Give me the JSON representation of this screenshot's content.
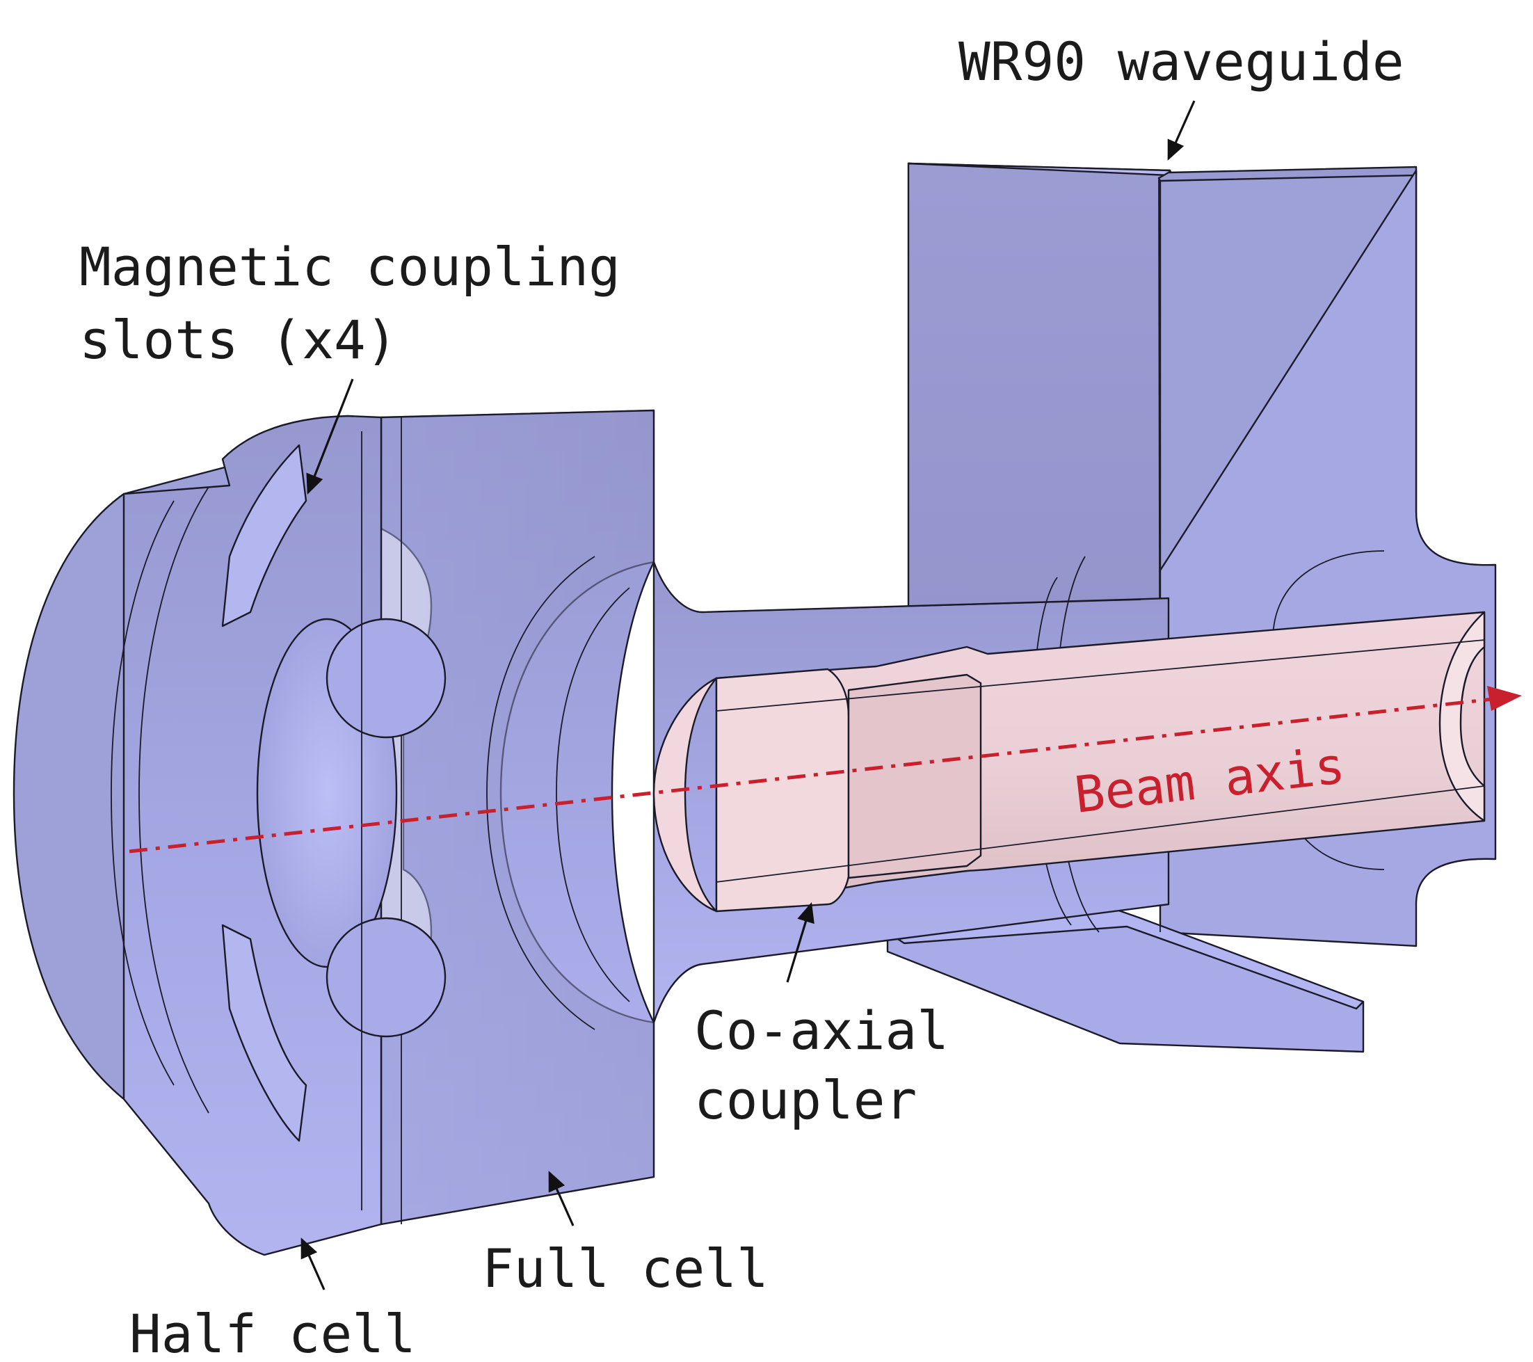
{
  "labels": {
    "waveguide": "WR90 waveguide",
    "slots_line1": "Magnetic coupling",
    "slots_line2": "slots (x4)",
    "coupler_line1": "Co-axial",
    "coupler_line2": "coupler",
    "full_cell": "Full cell",
    "half_cell": "Half cell",
    "beam_axis": "Beam axis"
  },
  "colors": {
    "body_main": "#9b9ed6",
    "body_light": "#b4b6f0",
    "body_dark": "#8e90c8",
    "coupler": "#ebccd2",
    "coupler_dark": "#d9b6bd",
    "beam": "#c8202c",
    "text": "#1b1b1b"
  }
}
